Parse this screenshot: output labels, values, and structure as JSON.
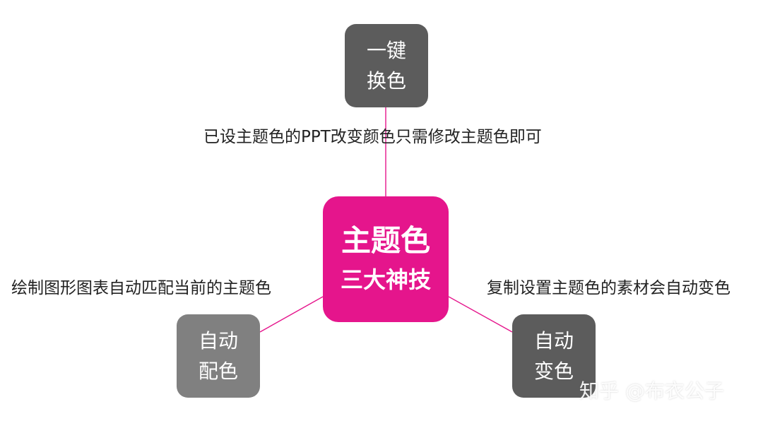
{
  "colors": {
    "accent": "#e5158c",
    "connector": "#e5158c",
    "node_dark": "#5c5c5c",
    "node_mid": "#808080",
    "text": "#222222"
  },
  "center": {
    "title": "主题色",
    "subtitle": "三大神技"
  },
  "branches": {
    "top": {
      "line1": "一键",
      "line2": "换色",
      "caption": "已设主题色的PPT改变颜色只需修改主题色即可"
    },
    "left": {
      "line1": "自动",
      "line2": "配色",
      "caption": "绘制图形图表自动匹配当前的主题色"
    },
    "right": {
      "line1": "自动",
      "line2": "变色",
      "caption": "复制设置主题色的素材会自动变色"
    }
  },
  "watermark": "知乎 @布衣公子"
}
